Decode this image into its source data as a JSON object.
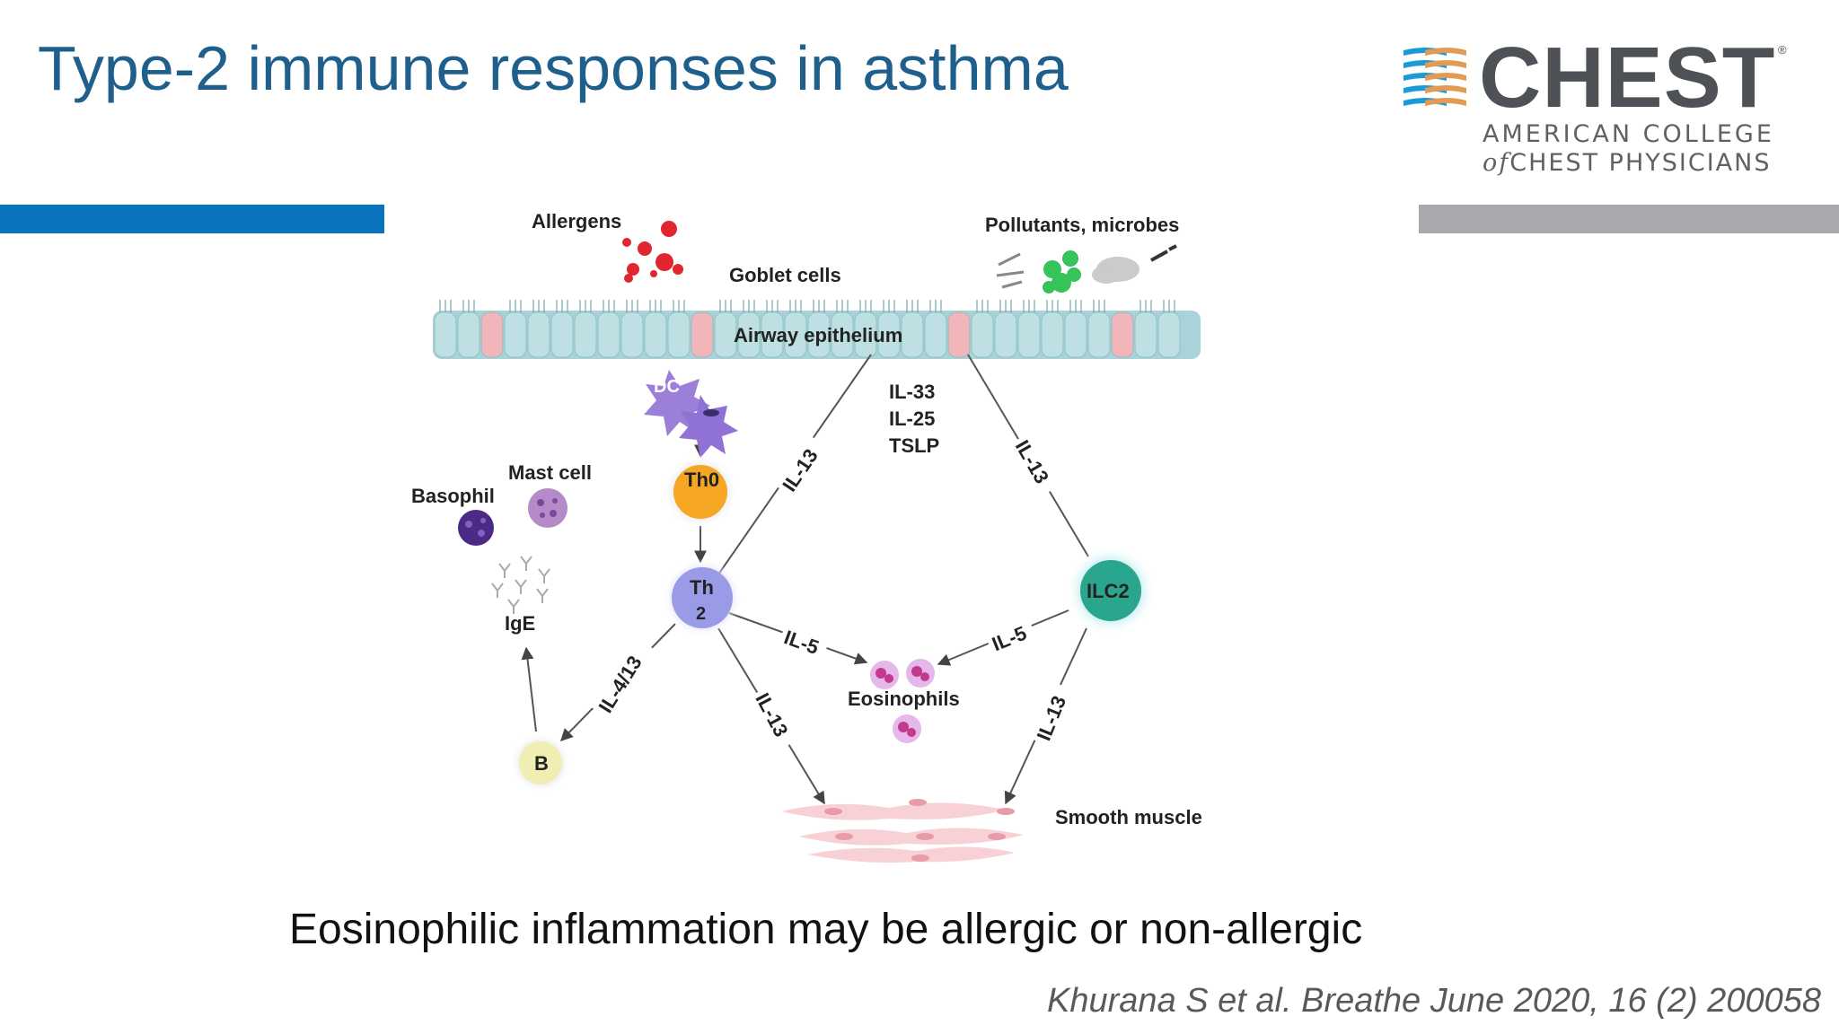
{
  "slide": {
    "title": "Type-2 immune responses in asthma",
    "caption": "Eosinophilic inflammation may be allergic or non-allergic",
    "citation": "Khurana S et al. Breathe June 2020, 16 (2) 200058"
  },
  "logo": {
    "word": "CHEST",
    "registered": "®",
    "line1": "AMERICAN COLLEGE",
    "line2_of": "of",
    "line2": "CHEST PHYSICIANS"
  },
  "colors": {
    "title": "#1f5f8b",
    "left_bar": "#0a73be",
    "right_bar": "#a7a9ac"
  },
  "diagram": {
    "allergens": "Allergens",
    "pollutants": "Pollutants, microbes",
    "goblet": "Goblet cells",
    "epithelium": "Airway epithelium",
    "dc": "DC",
    "cytokines": [
      "IL-33",
      "IL-25",
      "TSLP"
    ],
    "th0": "Th0",
    "th2_a": "Th",
    "th2_b": "2",
    "ilc2": "ILC2",
    "basophil": "Basophil",
    "mast_cell": "Mast cell",
    "ige": "IgE",
    "b_cell": "B",
    "eosinophils": "Eosinophils",
    "smooth_muscle": "Smooth muscle",
    "edge_il13": "IL-13",
    "edge_il5": "IL-5",
    "edge_il413": "IL-4/13"
  }
}
